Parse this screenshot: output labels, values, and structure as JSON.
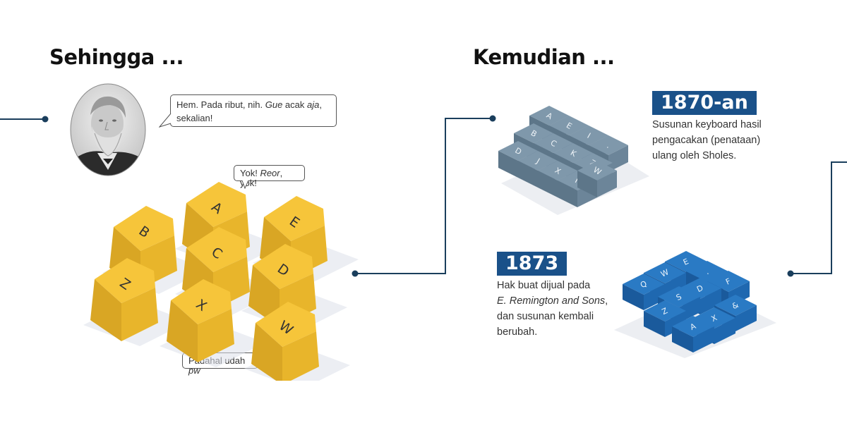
{
  "left_section": {
    "heading": "Sehingga ...",
    "speech_main": {
      "part1": "Hem. Pada ribut, nih. ",
      "italic1": "Gue",
      "part2": " acak ",
      "italic2": "aja",
      "part3": ",",
      "line2": "sekalian!"
    },
    "speech_top": {
      "part1": "Yok! ",
      "italic": "Reor",
      "part2": ", yok!"
    },
    "speech_bottom": {
      "part1": "Padahal udah ",
      "italic": "pw"
    },
    "keys": [
      "A",
      "B",
      "E",
      "C",
      "D",
      "Z",
      "X",
      "W"
    ]
  },
  "right_section": {
    "heading": "Kemudian ...",
    "event1": {
      "year": "1870-an",
      "line1": "Susunan keyboard hasil",
      "line2": "pengacakan (penataan)",
      "line3": "ulang oleh Sholes."
    },
    "event2": {
      "year": "1873",
      "line1": "Hak buat dijual pada",
      "line2": "E. Remington and Sons",
      "line2_suffix": ",",
      "line3": "dan susunan kembali",
      "line4": "berubah."
    },
    "gray_keys": [
      "A",
      "E",
      "I",
      ".",
      "B",
      "C",
      "K",
      "Z",
      "D",
      "J",
      "X",
      "F",
      "W"
    ],
    "blue_keys": [
      "E",
      ".",
      "F",
      "W",
      "D",
      "Q",
      "S",
      "&",
      "Z",
      "X",
      "A"
    ]
  },
  "colors": {
    "timeline": "#1a3e5c",
    "key_yellow": "#f6c53a",
    "key_gray": "#6f8a9f",
    "key_blue": "#2070b8",
    "year_bg": "#1a5189"
  }
}
